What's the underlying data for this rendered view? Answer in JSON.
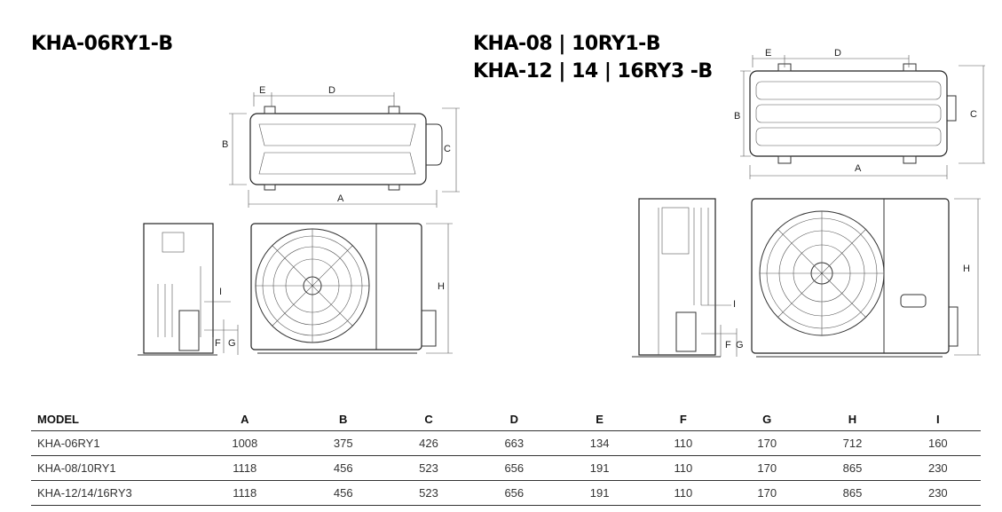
{
  "titles": {
    "left": "KHA-06RY1-B",
    "right_line1": "KHA-08 | 10RY1-B",
    "right_line2": "KHA-12 | 14 | 16RY3 -B"
  },
  "drawing_labels": {
    "A": "A",
    "B": "B",
    "C": "C",
    "D": "D",
    "E": "E",
    "F": "F",
    "G": "G",
    "H": "H",
    "I": "I"
  },
  "table": {
    "headers": [
      "MODEL",
      "A",
      "B",
      "C",
      "D",
      "E",
      "F",
      "G",
      "H",
      "I"
    ],
    "rows": [
      [
        "KHA-06RY1",
        "1008",
        "375",
        "426",
        "663",
        "134",
        "110",
        "170",
        "712",
        "160"
      ],
      [
        "KHA-08/10RY1",
        "1118",
        "456",
        "523",
        "656",
        "191",
        "110",
        "170",
        "865",
        "230"
      ],
      [
        "KHA-12/14/16RY3",
        "1118",
        "456",
        "523",
        "656",
        "191",
        "110",
        "170",
        "865",
        "230"
      ]
    ]
  }
}
